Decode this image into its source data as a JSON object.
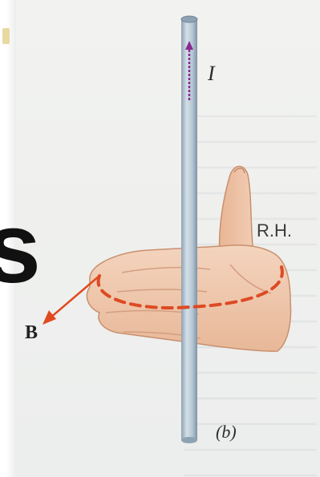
{
  "labels": {
    "current": "I",
    "hand": "R.H.",
    "field": "B",
    "subfigure": "(b)",
    "cut_letter": "s"
  },
  "colors": {
    "background": "#eff0ee",
    "wire": "#b9c8d4",
    "hand": "#efc7ad",
    "loop": "#dd4a24",
    "arrow": "#e04a1e",
    "current_arrow": "#8b2a8f"
  },
  "icons": {
    "current_direction": "arrow-up-icon",
    "field_direction": "arrow-down-left-icon"
  }
}
